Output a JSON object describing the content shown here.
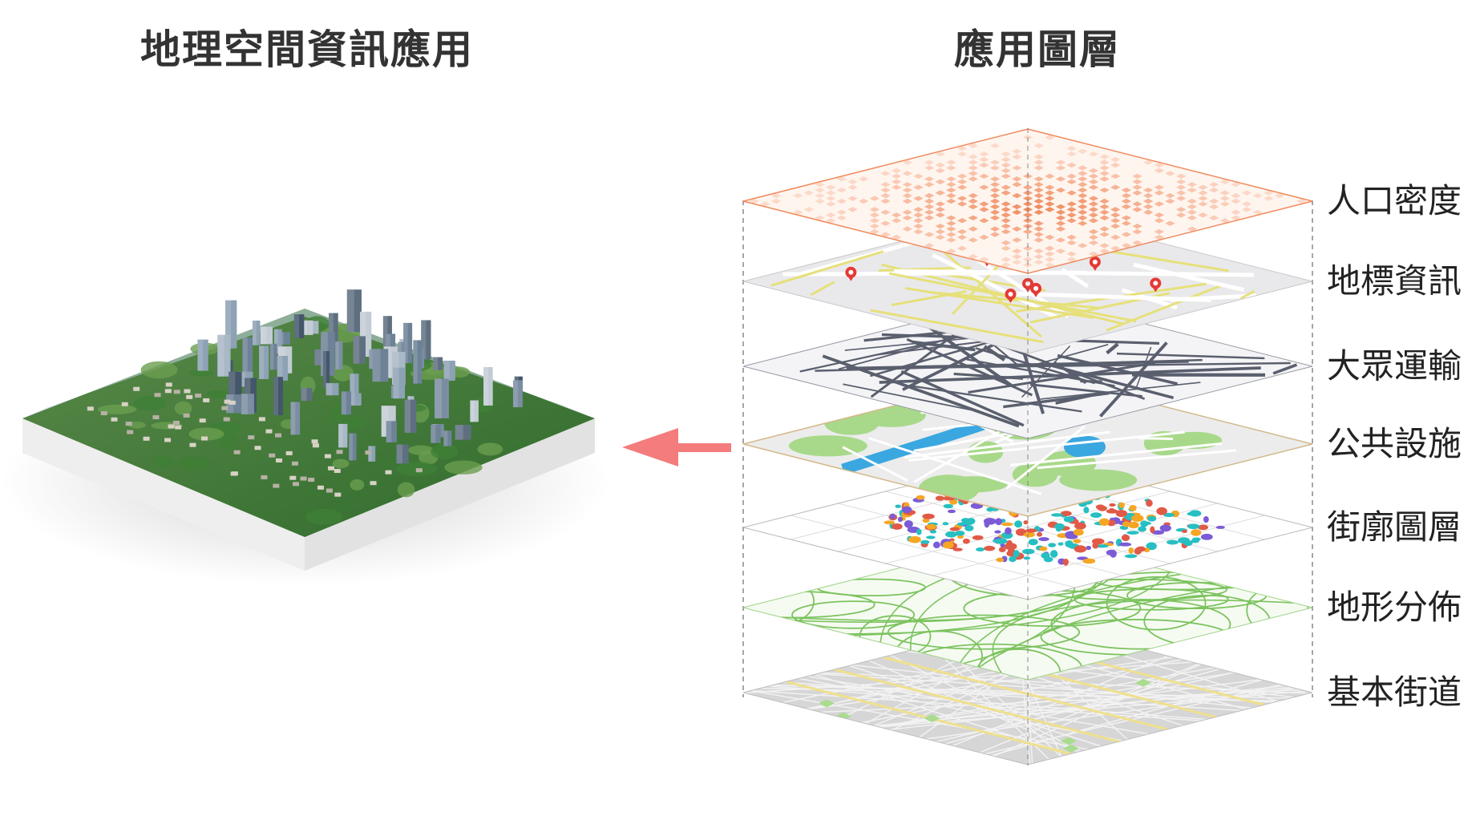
{
  "titles": {
    "left": "地理空間資訊應用",
    "right": "應用圖層"
  },
  "layers": [
    {
      "label": "人口密度",
      "theme": "population-density",
      "color": "#f08a5d"
    },
    {
      "label": "地標資訊",
      "theme": "landmark-info",
      "color": "#e53935"
    },
    {
      "label": "大眾運輸",
      "theme": "public-transit",
      "color": "#5a5f6e"
    },
    {
      "label": "公共設施",
      "theme": "public-facilities",
      "color": "#3aa7e0"
    },
    {
      "label": "街廓圖層",
      "theme": "street-blocks",
      "color": "#26bfc2"
    },
    {
      "label": "地形分佈",
      "theme": "terrain",
      "color": "#7cc35f"
    },
    {
      "label": "基本街道",
      "theme": "basic-streets",
      "color": "#d6d6d6"
    }
  ],
  "colors": {
    "arrow": "#f47c7c",
    "title_text": "#333333",
    "label_text": "#222222"
  },
  "icons": {
    "arrow": "arrow-left-icon",
    "city": "city-aerial-block"
  }
}
